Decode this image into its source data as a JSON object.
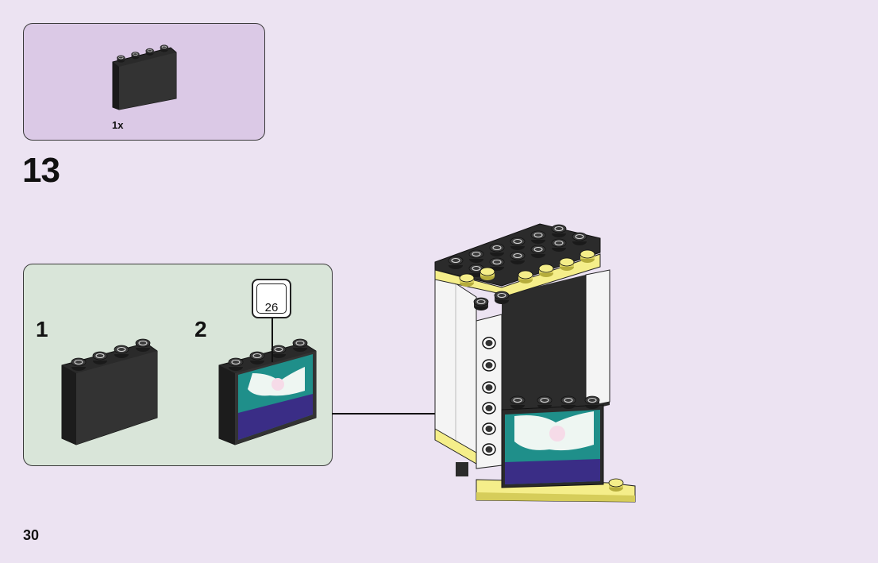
{
  "page": {
    "number": "30"
  },
  "parts_list": {
    "quantity_label": "1x"
  },
  "step": {
    "number": "13"
  },
  "substeps": [
    {
      "number": "1"
    },
    {
      "number": "2"
    }
  ],
  "sticker": {
    "number": "26"
  },
  "colors": {
    "background": "#ece3f2",
    "parts_box": "#dbc9e6",
    "substep_box": "#d9e5d9",
    "brick_black": "#2b2b2b",
    "brick_yellow": "#f5ee8a",
    "brick_white": "#f4f4f4",
    "sticker_teal": "#1f8f8a",
    "sticker_navy": "#3a2d86"
  }
}
